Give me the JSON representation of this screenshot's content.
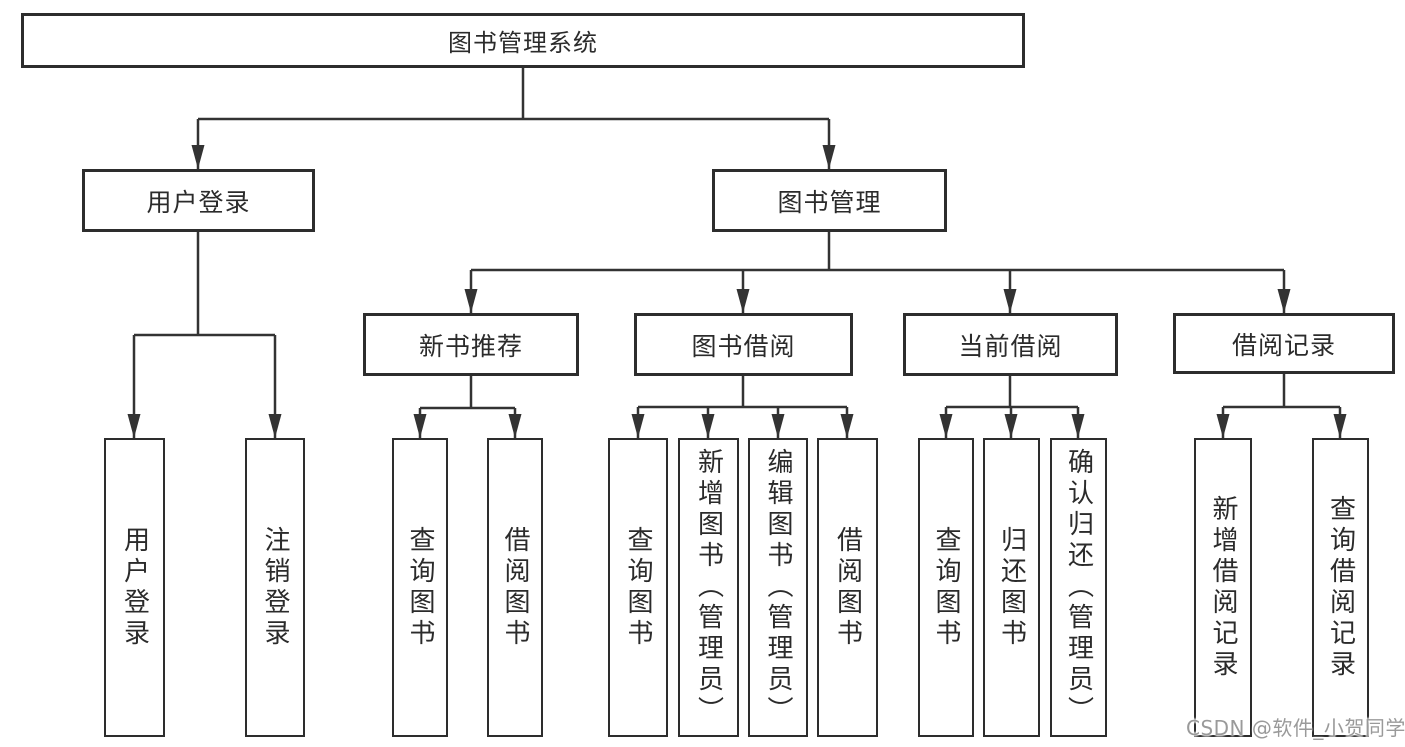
{
  "tree": {
    "root": {
      "label": "图书管理系统"
    },
    "branches": [
      {
        "label": "用户登录",
        "children": [
          {
            "label": "用户登录"
          },
          {
            "label": "注销登录"
          }
        ]
      },
      {
        "label": "图书管理",
        "children": [
          {
            "label": "新书推荐",
            "children": [
              {
                "label": "查询图书"
              },
              {
                "label": "借阅图书"
              }
            ]
          },
          {
            "label": "图书借阅",
            "children": [
              {
                "label": "查询图书"
              },
              {
                "label": "新增图书（管理员）"
              },
              {
                "label": "编辑图书（管理员）"
              },
              {
                "label": "借阅图书"
              }
            ]
          },
          {
            "label": "当前借阅",
            "children": [
              {
                "label": "查询图书"
              },
              {
                "label": "归还图书"
              },
              {
                "label": "确认归还（管理员）"
              }
            ]
          },
          {
            "label": "借阅记录",
            "children": [
              {
                "label": "新增借阅记录"
              },
              {
                "label": "查询借阅记录"
              }
            ]
          }
        ]
      }
    ]
  },
  "watermark": {
    "text": "CSDN @软件_小贺同学"
  },
  "colors": {
    "background": "#ffffff",
    "line": "#333333",
    "box_border": "#2d2d2d",
    "text": "#2b2b2b",
    "watermark": "#9a9a9a"
  }
}
